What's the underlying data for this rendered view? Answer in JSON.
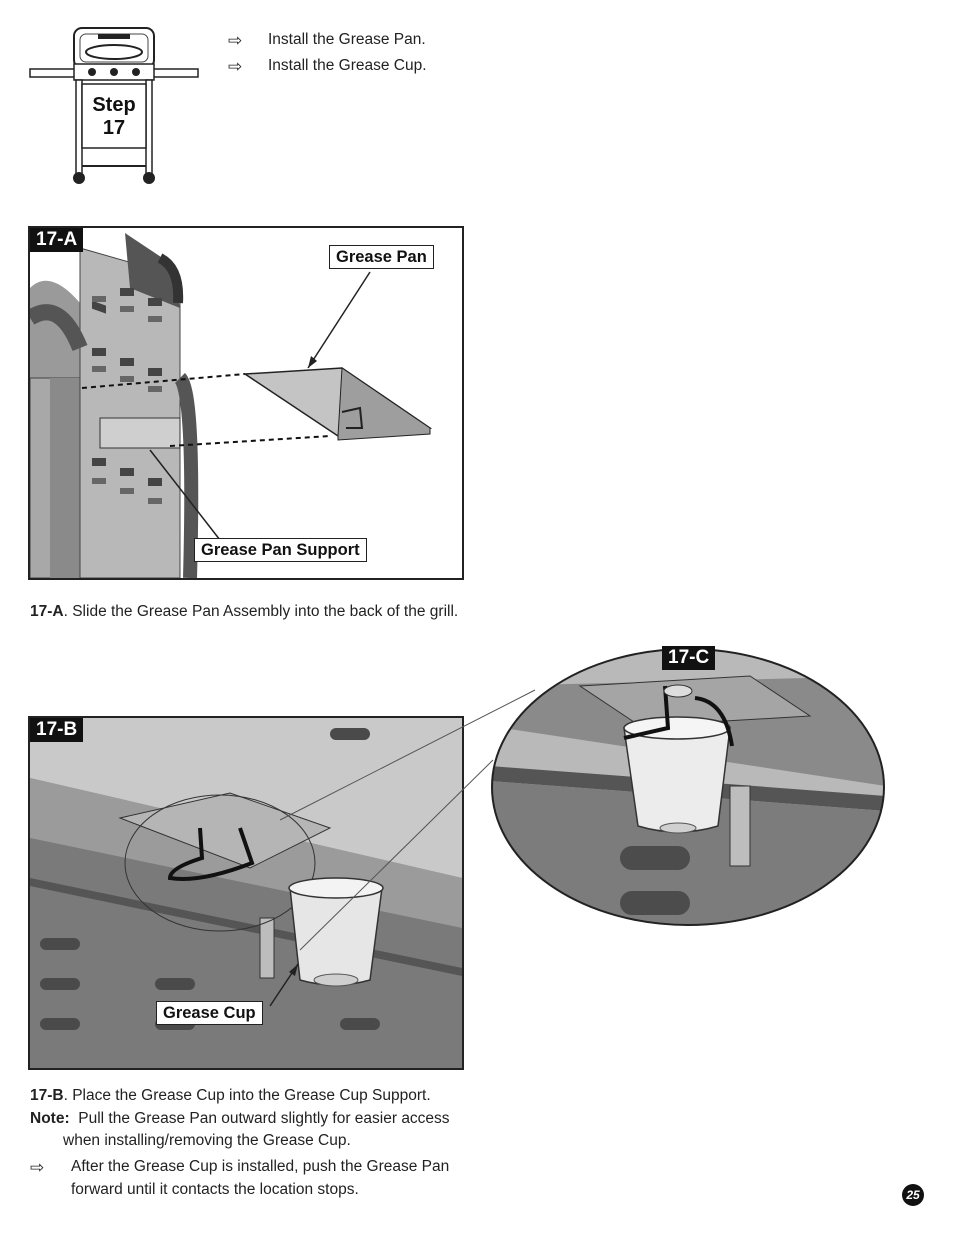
{
  "step": {
    "word": "Step",
    "number": "17"
  },
  "instructions": [
    "Install the Grease Pan.",
    "Install the Grease Cup."
  ],
  "figure_a": {
    "tag": "17-A",
    "label_pan": "Grease Pan",
    "label_support": "Grease Pan Support"
  },
  "caption_a": {
    "ref": "17-A",
    "text": ". Slide the Grease Pan Assembly into the back of the grill."
  },
  "figure_b": {
    "tag": "17-B",
    "label_cup": "Grease Cup"
  },
  "figure_c": {
    "tag": "17-C"
  },
  "caption_b": {
    "ref": "17-B",
    "text": ". Place the Grease Cup into the Grease Cup Support.",
    "note_label": "Note:",
    "note_line1": "Pull the Grease Pan outward slightly for easier access",
    "note_line2": "when installing/removing the Grease Cup.",
    "bullet_line1": "After the Grease Cup is installed, push the Grease Pan",
    "bullet_line2": "forward until it contacts the location stops."
  },
  "page_number": "25",
  "icons": {
    "bullet": "arrow-right-outline-icon"
  }
}
